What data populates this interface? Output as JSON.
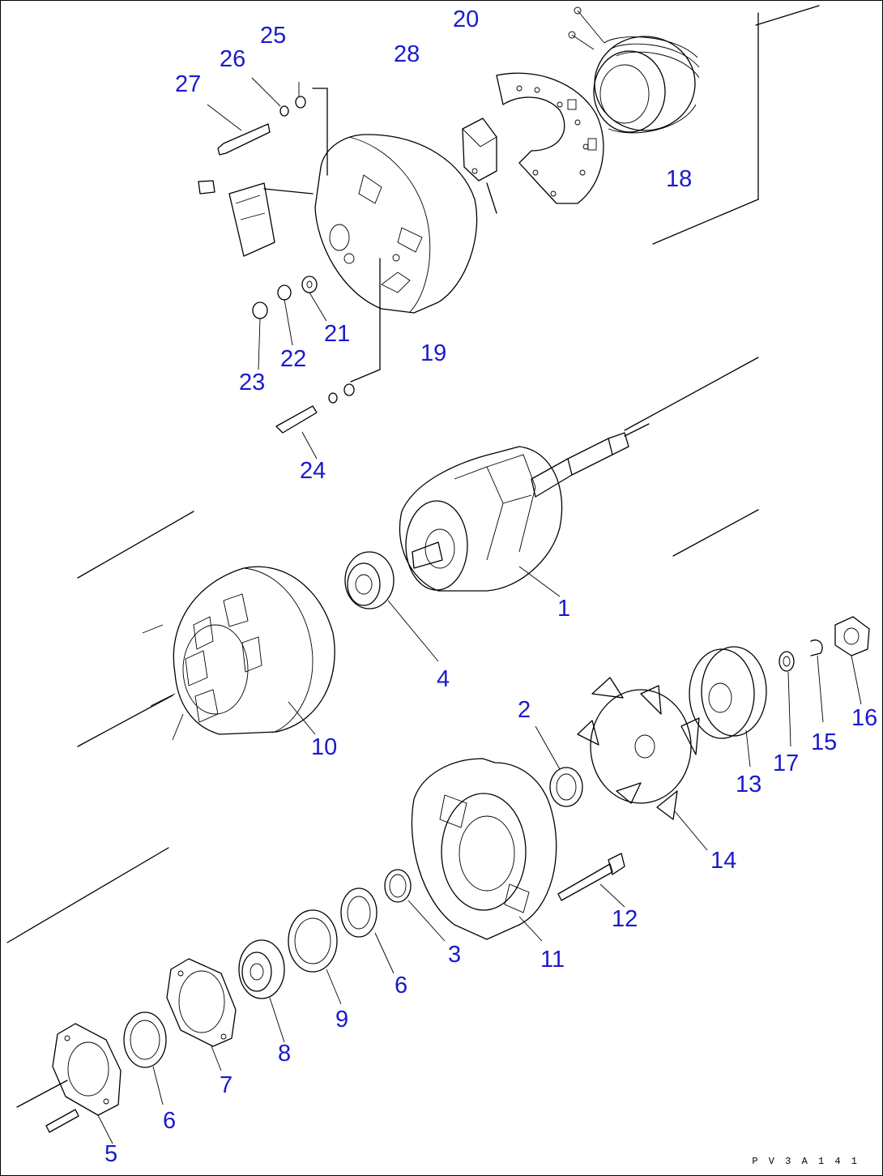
{
  "callouts": {
    "p1": "1",
    "p2": "2",
    "p3": "3",
    "p4": "4",
    "p5": "5",
    "p6a": "6",
    "p6b": "6",
    "p7": "7",
    "p8": "8",
    "p9": "9",
    "p10": "10",
    "p11": "11",
    "p12": "12",
    "p13": "13",
    "p14": "14",
    "p15": "15",
    "p16": "16",
    "p17": "17",
    "p18": "18",
    "p19": "19",
    "p20": "20",
    "p21": "21",
    "p22": "22",
    "p23": "23",
    "p24": "24",
    "p25": "25",
    "p26": "26",
    "p27": "27",
    "p28": "28"
  },
  "drawing_code": "P V 3 A 1 4 1",
  "colors": {
    "callout": "#1a1acc",
    "lines": "#000000",
    "background": "#ffffff"
  }
}
